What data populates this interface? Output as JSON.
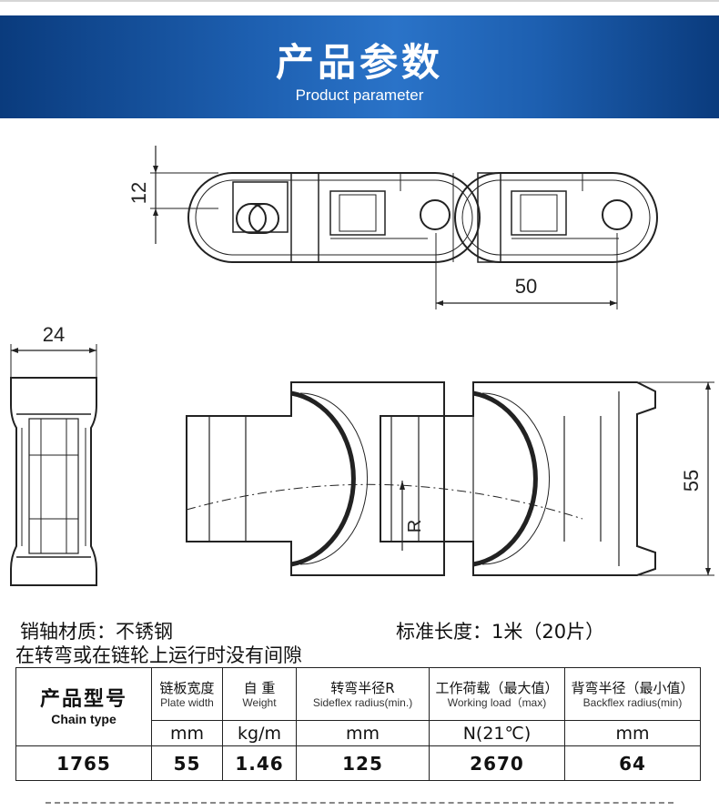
{
  "banner": {
    "title": "产品参数",
    "subtitle": "Product parameter",
    "accent_color": "#1d5fb0"
  },
  "drawing": {
    "dim_height": "12",
    "dim_pitch": "50",
    "dim_side_width": "24",
    "dim_plate_width": "55",
    "radius_label": "R"
  },
  "info": {
    "pin_material": "销轴材质：不锈钢",
    "standard_length": "标准长度：1米（20片）",
    "note": "在转弯或在链轮上运行时没有间隙"
  },
  "table": {
    "model_header_cn": "产品型号",
    "model_header_en": "Chain type",
    "columns": [
      {
        "cn": "链板宽度",
        "en": "Plate width",
        "unit": "mm",
        "value": "55"
      },
      {
        "cn": "自 重",
        "en": "Weight",
        "unit": "kg/m",
        "value": "1.46"
      },
      {
        "cn": "转弯半径R",
        "en": "Sideflex radius(min.)",
        "unit": "mm",
        "value": "125"
      },
      {
        "cn": "工作荷载（最大值）",
        "en": "Working load（max)",
        "unit": "N(21℃)",
        "value": "2670"
      },
      {
        "cn": "背弯半径（最小值）",
        "en": "Backflex radius(min)",
        "unit": "mm",
        "value": "64"
      }
    ],
    "model_value": "1765"
  }
}
